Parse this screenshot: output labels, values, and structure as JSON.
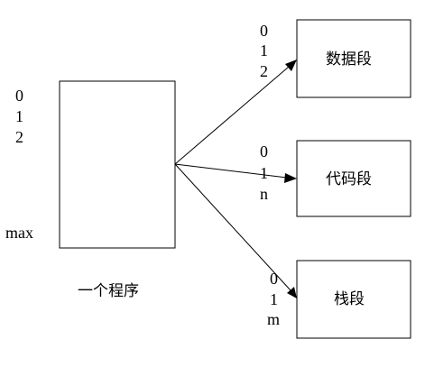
{
  "program": {
    "caption": "一个程序",
    "left_labels": [
      "0",
      "1",
      "2"
    ],
    "max_label": "max"
  },
  "segments": [
    {
      "name": "数据段",
      "labels": [
        "0",
        "1",
        "2"
      ]
    },
    {
      "name": "代码段",
      "labels": [
        "0",
        "1",
        "n"
      ]
    },
    {
      "name": "栈段",
      "labels": [
        "0",
        "1",
        "m"
      ]
    }
  ]
}
